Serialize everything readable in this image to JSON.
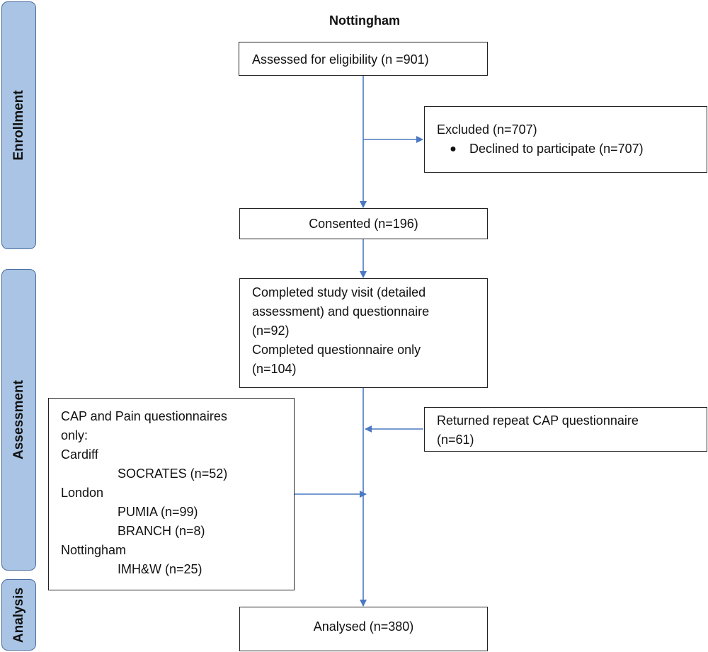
{
  "title": "Nottingham",
  "phases": {
    "enrollment": "Enrollment",
    "assessment": "Assessment",
    "analysis": "Analysis"
  },
  "boxes": {
    "assessed": "Assessed for eligibility (n =901)",
    "excluded_title": "Excluded (n=707)",
    "excluded_item": "Declined to participate (n=707)",
    "consented": "Consented (n=196)",
    "completed": [
      "Completed study visit (detailed",
      "assessment) and questionnaire",
      "(n=92)",
      "Completed questionnaire only",
      "(n=104)"
    ],
    "returned": [
      "Returned repeat CAP questionnaire",
      "(n=61)"
    ],
    "cap_pain": {
      "heading": [
        "CAP and Pain questionnaires",
        "only:"
      ],
      "cardiff": "Cardiff",
      "socrates": "SOCRATES (n=52)",
      "london": "London",
      "pumia": "PUMIA (n=99)",
      "branch": "BRANCH (n=8)",
      "nottingham": "Nottingham",
      "imhw": "IMH&W (n=25)"
    },
    "analysed": "Analysed (n=380)"
  },
  "colors": {
    "phase_fill": "#a9c4e4",
    "phase_border": "#4a6fa0",
    "connector": "#4a78c2"
  }
}
